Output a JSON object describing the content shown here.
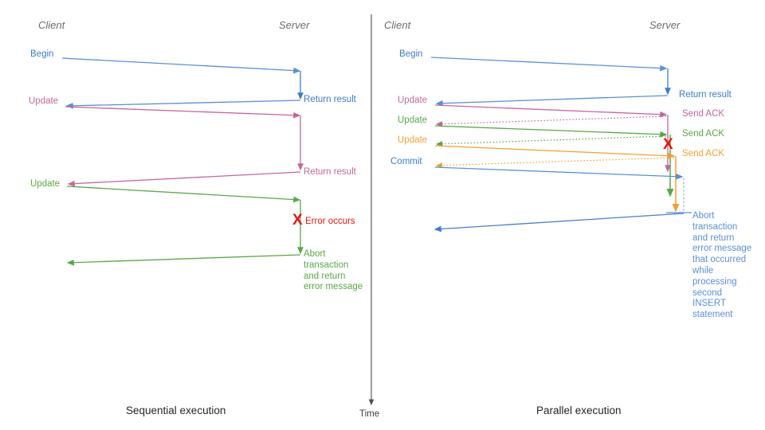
{
  "diagram": {
    "title_hidden": "",
    "colors": {
      "blue": "#3d7cc9",
      "blue_light": "#5b8fd6",
      "pink": "#c4679a",
      "green": "#5aa747",
      "orange": "#f0a132",
      "red": "#e8140c",
      "gray_header": "#6b6b6b",
      "axis": "#4d4d4d",
      "caption": "#262626"
    },
    "time_axis": {
      "label": "Time",
      "orientation": "vertical-downward"
    }
  },
  "left_panel": {
    "caption": "Sequential execution",
    "headers": {
      "client": "Client",
      "server": "Server"
    },
    "client_labels": [
      {
        "text": "Begin",
        "color": "blue"
      },
      {
        "text": "Update",
        "color": "pink"
      },
      {
        "text": "Update",
        "color": "green"
      }
    ],
    "server_labels": [
      {
        "text": "Return result",
        "color": "blue"
      },
      {
        "text": "Return result",
        "color": "pink"
      },
      {
        "text": "Error occurs",
        "color": "red"
      },
      {
        "text": "Abort\ntransaction\nand return\nerror message",
        "color": "green"
      }
    ],
    "error_marker": "X"
  },
  "right_panel": {
    "caption": "Parallel execution",
    "headers": {
      "client": "Client",
      "server": "Server"
    },
    "client_labels": [
      {
        "text": "Begin",
        "color": "blue"
      },
      {
        "text": "Update",
        "color": "pink"
      },
      {
        "text": "Update",
        "color": "green"
      },
      {
        "text": "Update",
        "color": "orange"
      },
      {
        "text": "Commit",
        "color": "blue"
      }
    ],
    "server_labels": [
      {
        "text": "Return result",
        "color": "blue"
      },
      {
        "text": "Send ACK",
        "color": "pink"
      },
      {
        "text": "Send ACK",
        "color": "green"
      },
      {
        "text": "Send ACK",
        "color": "orange"
      },
      {
        "text": "Abort\ntransaction\nand return\nerror message\nthat occurred\nwhile\nprocessing\nsecond\nINSERT\nstatement",
        "color": "blue"
      }
    ],
    "error_marker": "X"
  }
}
